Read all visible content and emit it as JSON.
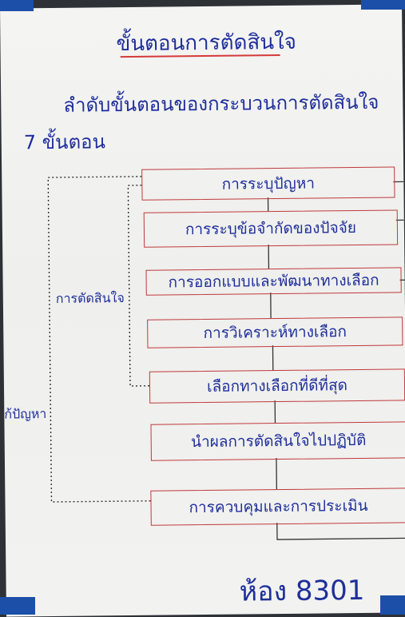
{
  "title": "ขั้นตอนการตัดสินใจ",
  "subtitle": "ลำดับขั้นตอนของกระบวนการตัดสินใจ",
  "step_count_label": "7 ขั้นตอน",
  "steps": [
    "การระบุปัญหา",
    "การระบุข้อจำกัดของปัจจัย",
    "การออกแบบและพัฒนาทางเลือก",
    "การวิเคราะห์ทางเลือก",
    "เลือกทางเลือกที่ดีที่สุด",
    "นำผลการตัดสินใจไปปฏิบัติ",
    "การควบคุมและการประเมิน"
  ],
  "side_labels": {
    "decision_loop": "การตัดสินใจ",
    "problem_loop": "ก้ปัญหา"
  },
  "room_label": "ห้อง 8301"
}
